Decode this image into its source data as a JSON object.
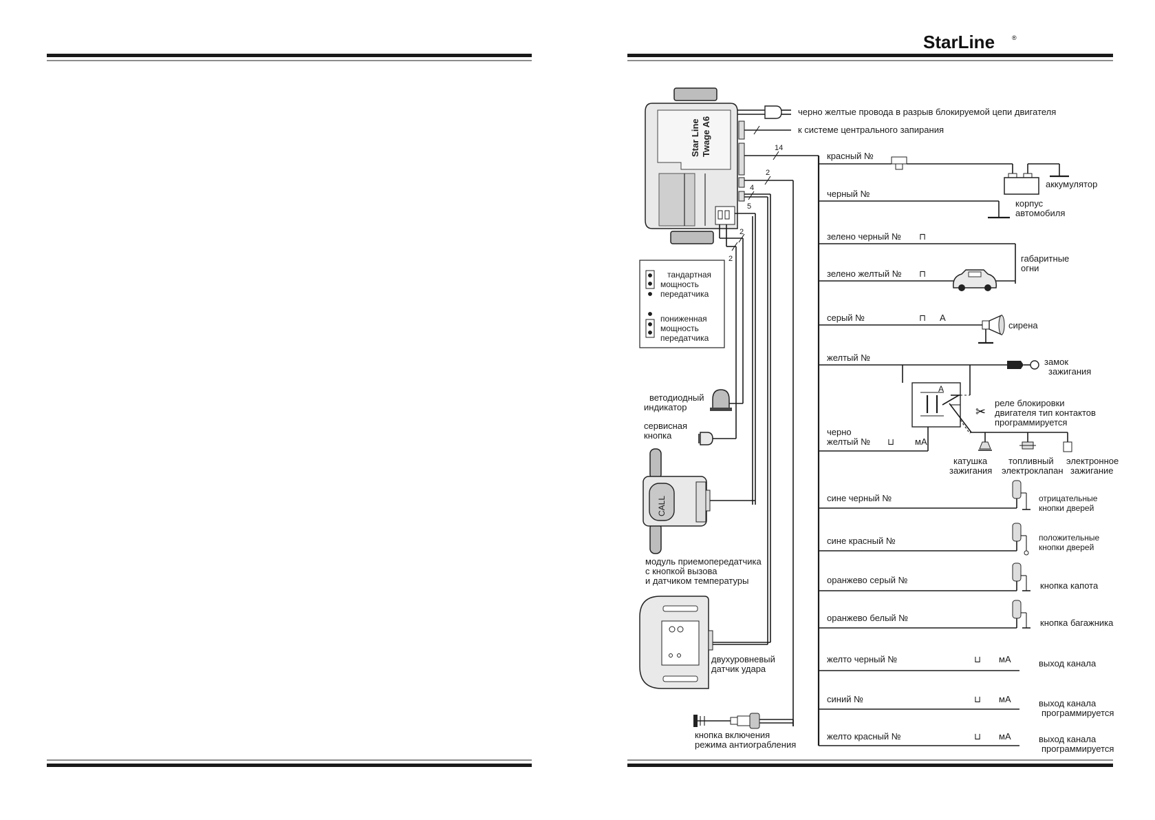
{
  "brand": {
    "name": "StarLine",
    "reg_mark": "®"
  },
  "unit_label": {
    "line1": "Star Line",
    "line2": "Twage A6"
  },
  "top_wires": {
    "blocking": "черно желтые провода    в разрыв блокируемой цепи двигателя",
    "central_lock": "к системе центрального запирания"
  },
  "counts": {
    "main": "14",
    "c2a": "2",
    "c4": "4",
    "c5": "5",
    "c2b": "2",
    "c2c": "2"
  },
  "jumper": {
    "standard": [
      "тандартная",
      "мощность",
      "передатчика"
    ],
    "reduced": [
      "пониженная",
      "мощность",
      "передатчика"
    ]
  },
  "left_devices": {
    "led": [
      "ветодиодный",
      "индикатор"
    ],
    "service": [
      "сервисная",
      "кнопка"
    ],
    "transceiver": [
      "модуль приемопередатчика",
      "с кнопкой вызова",
      "и датчиком температуры"
    ],
    "call_label": "CALL",
    "shock": [
      "двухуровневый",
      "датчик удара"
    ],
    "antihijack": [
      "кнопка включения",
      "режима антиограбления"
    ]
  },
  "wires": [
    {
      "label": "красный  №",
      "pulse": "",
      "unit": ""
    },
    {
      "label": "черный  №",
      "pulse": "",
      "unit": ""
    },
    {
      "label": "зелено черный  №",
      "pulse": "⊓",
      "unit": ""
    },
    {
      "label": "зелено желтый  №",
      "pulse": "⊓",
      "unit": ""
    },
    {
      "label": "серый  №",
      "pulse": "⊓",
      "unit": "А"
    },
    {
      "label": "желтый  №",
      "pulse": "",
      "unit": ""
    },
    {
      "label": "черно\nжелтый  №",
      "pulse": "⊔",
      "unit": "мА"
    },
    {
      "label": "сине черный  №",
      "pulse": "",
      "unit": ""
    },
    {
      "label": "сине красный  №",
      "pulse": "",
      "unit": ""
    },
    {
      "label": "оранжево серый  №",
      "pulse": "",
      "unit": ""
    },
    {
      "label": "оранжево белый  №",
      "pulse": "",
      "unit": ""
    },
    {
      "label": "желто черный  №",
      "pulse": "⊔",
      "unit": "мА"
    },
    {
      "label": "синий  №",
      "pulse": "⊔",
      "unit": "мА"
    },
    {
      "label": "желто красный  №",
      "pulse": "⊔",
      "unit": "мА"
    }
  ],
  "right_devices": {
    "battery": "аккумулятор",
    "body": [
      "корпус",
      "автомобиля"
    ],
    "lights": [
      "габаритные",
      "огни"
    ],
    "siren": "сирена",
    "ignition_lock": [
      "замок",
      "зажигания"
    ],
    "relay": [
      "реле блокировки",
      "двигателя  тип контактов",
      "программируется"
    ],
    "relay_A": "А",
    "coil": [
      "катушка",
      "зажигания"
    ],
    "fuel": [
      "топливный",
      "электроклапан"
    ],
    "electronic": [
      "электронное",
      "зажигание"
    ],
    "neg_doors": [
      "отрицательные",
      "кнопки дверей"
    ],
    "pos_doors": [
      "положительные",
      "кнопки дверей"
    ],
    "hood": "кнопка капота",
    "trunk": "кнопка багажника",
    "out1": "выход     канала",
    "out2": [
      "выход     канала",
      "программируется"
    ],
    "out3": [
      "выход     канала",
      "программируется"
    ]
  }
}
